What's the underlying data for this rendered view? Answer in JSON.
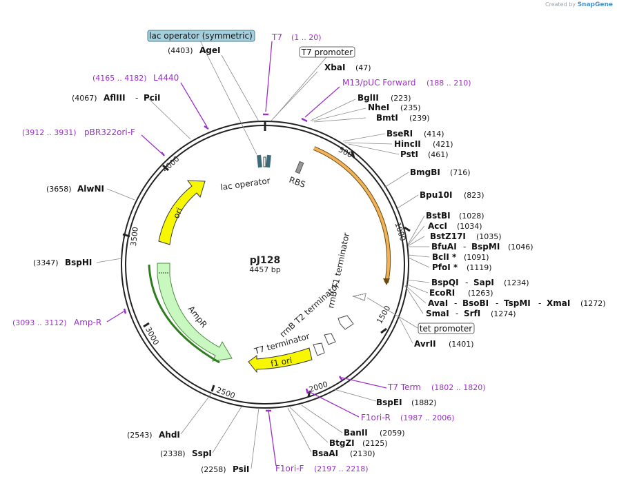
{
  "branding": {
    "prefix": "Created by",
    "name": "SnapGene"
  },
  "plasmid": {
    "name": "pJ128",
    "length_label": "4457 bp"
  },
  "ruler": [
    "500",
    "1000",
    "1500",
    "2000",
    "2500",
    "3000",
    "3500",
    "4000"
  ],
  "features": [
    {
      "name": "lac operator",
      "kind": "label"
    },
    {
      "name": "RBS",
      "kind": "label"
    },
    {
      "name": "ori",
      "kind": "arrow"
    },
    {
      "name": "AmpR",
      "kind": "arrow"
    },
    {
      "name": "f1 ori",
      "kind": "arrow"
    },
    {
      "name": "rrnB T1 terminator",
      "kind": "label"
    },
    {
      "name": "rrnB T2 terminator",
      "kind": "label"
    },
    {
      "name": "T7 terminator",
      "kind": "label"
    }
  ],
  "boxed_labels": [
    {
      "text": "lac operator (symmetric)",
      "style": "filled"
    },
    {
      "text": "T7 promoter",
      "style": "outline"
    },
    {
      "text": "tet promoter",
      "style": "outline"
    }
  ],
  "primers": [
    {
      "name": "T7",
      "range": "(1 .. 20)"
    },
    {
      "name": "M13/pUC Forward",
      "range": "(188 .. 210)"
    },
    {
      "name": "L4440",
      "range": "(4165 .. 4182)"
    },
    {
      "name": "pBR322ori-F",
      "range": "(3912 .. 3931)"
    },
    {
      "name": "Amp-R",
      "range": "(3093 .. 3112)"
    },
    {
      "name": "T7 Term",
      "range": "(1802 .. 1820)"
    },
    {
      "name": "F1ori-R",
      "range": "(1987 .. 2006)"
    },
    {
      "name": "F1ori-F",
      "range": "(2197 .. 2218)"
    }
  ],
  "enzymes": [
    {
      "name": "AgeI",
      "pos": "(4403)"
    },
    {
      "name": "XbaI",
      "pos": "(47)"
    },
    {
      "name": "BglII",
      "pos": "(223)"
    },
    {
      "name": "NheI",
      "pos": "(235)"
    },
    {
      "name": "BmtI",
      "pos": "(239)"
    },
    {
      "name": "AflIII",
      "pos": "(4067)"
    },
    {
      "name": "PciI",
      "pos": ""
    },
    {
      "name": "BseRI",
      "pos": "(414)"
    },
    {
      "name": "HincII",
      "pos": "(421)"
    },
    {
      "name": "PstI",
      "pos": "(461)"
    },
    {
      "name": "BmgBI",
      "pos": "(716)"
    },
    {
      "name": "AlwNI",
      "pos": "(3658)"
    },
    {
      "name": "Bpu10I",
      "pos": "(823)"
    },
    {
      "name": "BstBI",
      "pos": "(1028)"
    },
    {
      "name": "AccI",
      "pos": "(1034)"
    },
    {
      "name": "BstZ17I",
      "pos": "(1035)"
    },
    {
      "name": "BfuAI",
      "pos": ""
    },
    {
      "name": "BspMI",
      "pos": "(1046)"
    },
    {
      "name": "BspHI",
      "pos": "(3347)"
    },
    {
      "name": "BclI *",
      "pos": "(1091)"
    },
    {
      "name": "PfoI *",
      "pos": "(1119)"
    },
    {
      "name": "BspQI",
      "pos": ""
    },
    {
      "name": "SapI",
      "pos": "(1234)"
    },
    {
      "name": "EcoRI",
      "pos": "(1263)"
    },
    {
      "name": "AvaI",
      "pos": ""
    },
    {
      "name": "BsoBI",
      "pos": ""
    },
    {
      "name": "TspMI",
      "pos": ""
    },
    {
      "name": "XmaI",
      "pos": "(1272)"
    },
    {
      "name": "SmaI",
      "pos": ""
    },
    {
      "name": "SrfI",
      "pos": "(1274)"
    },
    {
      "name": "AvrII",
      "pos": "(1401)"
    },
    {
      "name": "BspEI",
      "pos": "(1882)"
    },
    {
      "name": "BanII",
      "pos": "(2059)"
    },
    {
      "name": "AhdI",
      "pos": "(2543)"
    },
    {
      "name": "BtgZI",
      "pos": "(2125)"
    },
    {
      "name": "BsaAI",
      "pos": "(2130)"
    },
    {
      "name": "SspI",
      "pos": "(2338)"
    },
    {
      "name": "PsiI",
      "pos": "(2258)"
    }
  ],
  "colors": {
    "backbone": "#222222",
    "primer": "#9b2fc9",
    "orf": "#f0b35a",
    "ori": "#f7f700",
    "ampr": "#c8f7c0",
    "ampr_border": "#2e7d1f",
    "lac_box": "#a6cfdc",
    "lac_operator": "#3d6b7a"
  }
}
